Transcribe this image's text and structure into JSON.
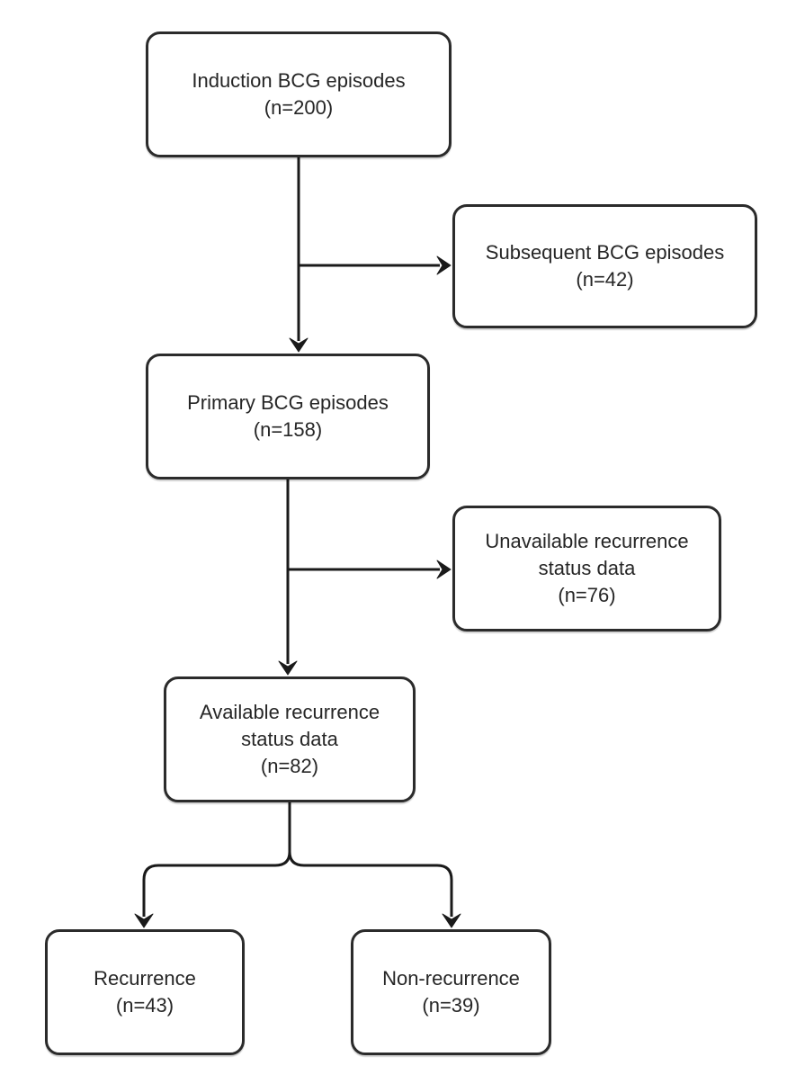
{
  "figure": {
    "type": "flow-diagram",
    "colors": {
      "line": "#1a1a1a",
      "box_border": "#2b2b2b",
      "text": "#262626",
      "background": "#ffffff"
    },
    "boxes": [
      {
        "id": "induction",
        "label": "Induction BCG episodes\n(n=200)"
      },
      {
        "id": "subsequent",
        "label": "Subsequent BCG episodes\n(n=42)"
      },
      {
        "id": "primary",
        "label": "Primary BCG episodes\n(n=158)"
      },
      {
        "id": "unavailable",
        "label": "Unavailable recurrence\nstatus data\n(n=76)"
      },
      {
        "id": "available",
        "label": "Available recurrence\nstatus data\n(n=82)"
      },
      {
        "id": "recurrence",
        "label": "Recurrence\n(n=43)"
      },
      {
        "id": "non_recurrence",
        "label": "Non-recurrence\n(n=39)"
      }
    ]
  }
}
